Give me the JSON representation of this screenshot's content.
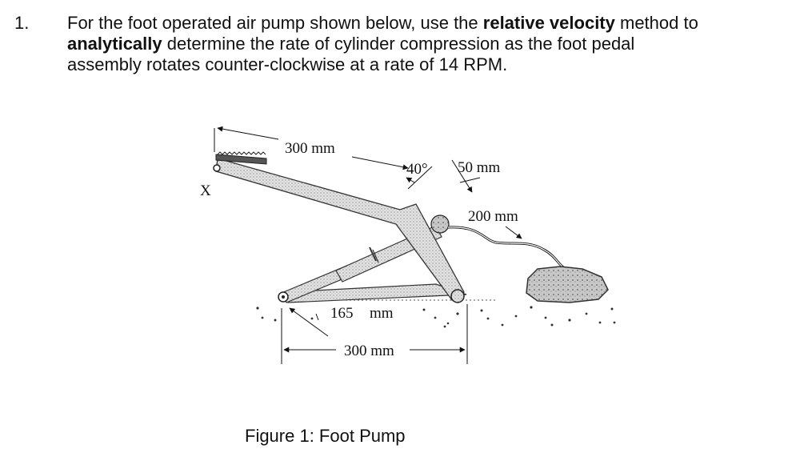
{
  "question": {
    "number": "1.",
    "seg1": "For the foot operated air pump shown below, use the ",
    "bold1": "relative velocity",
    "seg2": " method to",
    "bold2": "analytically",
    "seg3": " determine the rate of cylinder compression as the foot pedal",
    "line3": "assembly rotates counter-clockwise at a rate of 14 RPM."
  },
  "figure": {
    "labels": {
      "pedal_length": "300 mm",
      "angle": "40°",
      "offset": "50 mm",
      "hose_length": "200 mm",
      "point_x": "X",
      "height": "165",
      "height_unit": "mm",
      "base_length": "300 mm"
    },
    "caption": "Figure 1: Foot Pump"
  }
}
